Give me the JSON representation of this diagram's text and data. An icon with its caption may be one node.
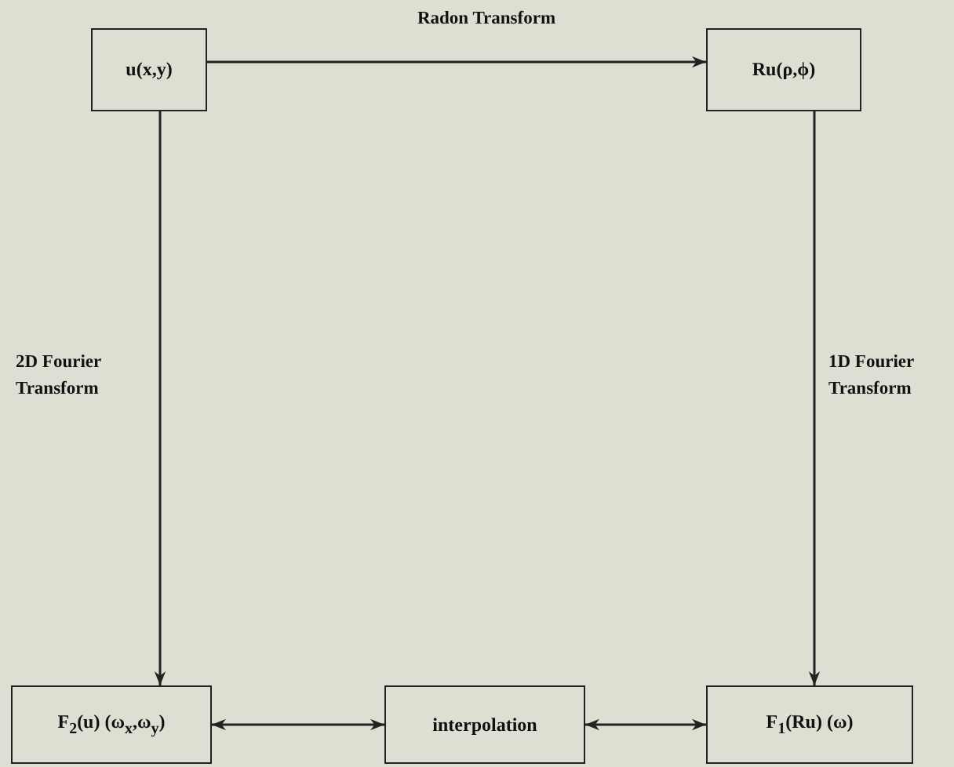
{
  "diagram": {
    "nodes": [
      {
        "text": [
          "u(x,y)"
        ]
      },
      {
        "text": [
          "Ru(ρ,ϕ)"
        ]
      },
      {
        "text": [
          "F$_{2}$(u) (ω$_{x}$,ω$_{y}$)"
        ]
      },
      {
        "text": [
          "interpolation"
        ]
      },
      {
        "text": [
          "F$_{1}$(Ru) (ω)"
        ]
      }
    ],
    "edges": [
      {
        "from": 0,
        "to": 1,
        "arrow": "to",
        "label": "Radon Transform"
      },
      {
        "from": 0,
        "to": 2,
        "arrow": "to",
        "label": "2D Fourier Transform"
      },
      {
        "from": 1,
        "to": 4,
        "arrow": "to",
        "label": "1D Fourier Transform"
      },
      {
        "from": 2,
        "to": 3,
        "arrow": "both"
      },
      {
        "from": 3,
        "to": 4,
        "arrow": "both"
      }
    ]
  }
}
